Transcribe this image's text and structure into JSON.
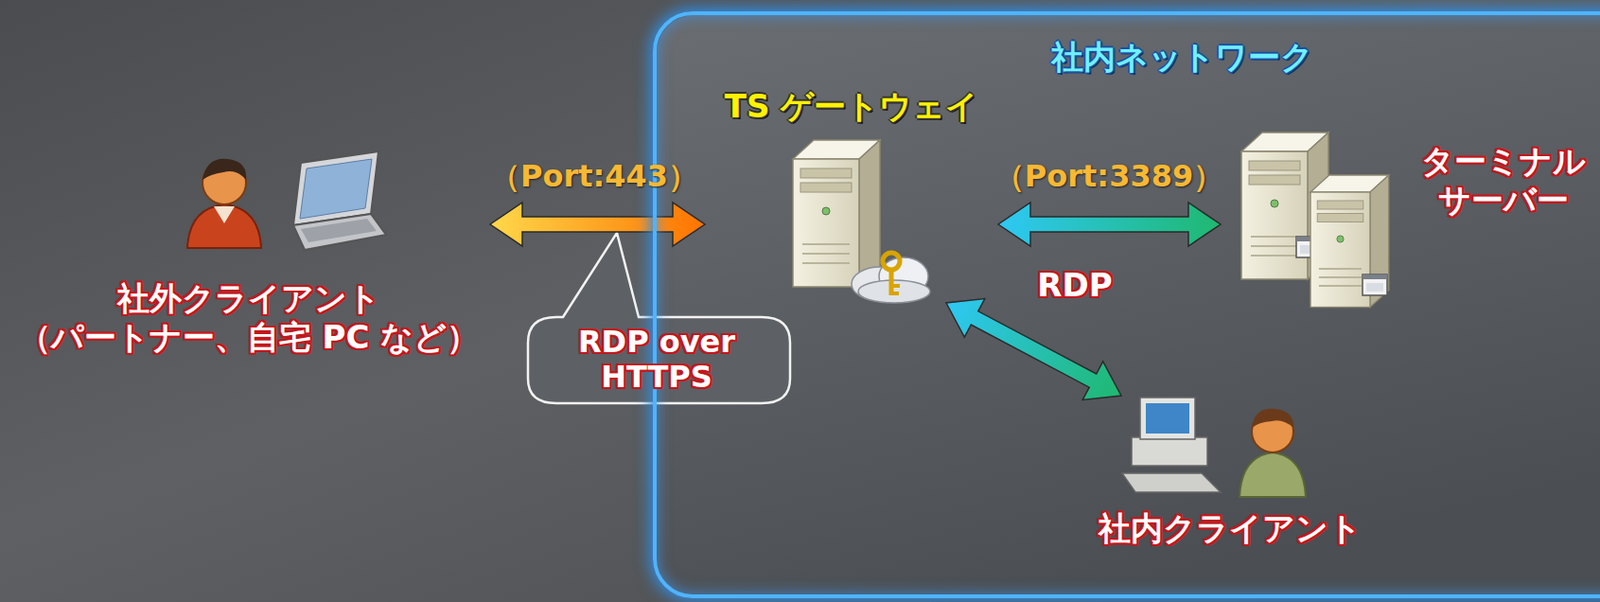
{
  "diagram": {
    "nodes": [
      {
        "text": [
          "社内ネットワーク"
        ]
      },
      {
        "text": [
          "社外クライアント （パートナー、自宅 PC など）"
        ]
      },
      {
        "text": [
          "TS ゲートウェイ"
        ],
        "in": 0
      },
      {
        "text": [
          "ターミナル サーバー"
        ],
        "in": 0
      },
      {
        "text": [
          "社内クライアント"
        ],
        "in": 0
      }
    ],
    "edges": [
      {
        "from": 1,
        "to": 2,
        "arrow": "both",
        "label": "（Port:443）"
      },
      {
        "from": 2,
        "to": 3,
        "arrow": "both",
        "label": "（Port:3389）"
      },
      {
        "from": 2,
        "to": 4,
        "arrow": "both"
      }
    ],
    "labels": [
      "RDP over HTTPS",
      "RDP"
    ]
  }
}
